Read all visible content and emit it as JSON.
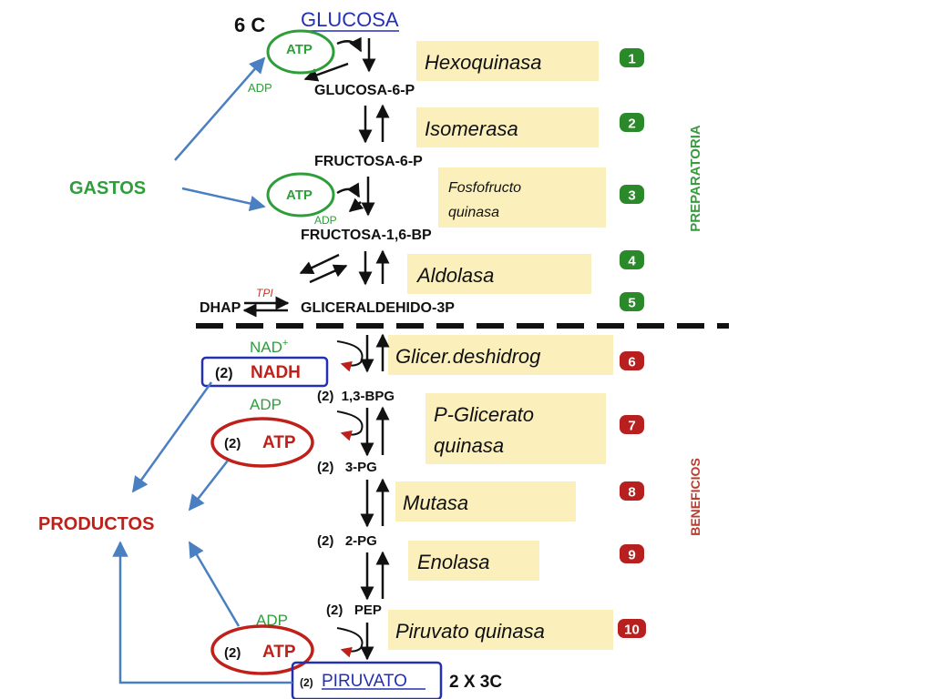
{
  "top": {
    "carbon_start": "6 C",
    "glucose": "GLUCOSA",
    "carbon_end": "2 X 3C",
    "pyruvate": "PIRUVATO",
    "pyruvate_count": "(2)"
  },
  "side_labels": {
    "costs": "GASTOS",
    "products": "PRODUCTOS",
    "preparatory": "PREPARATORIA",
    "benefits": "BENEFICIOS"
  },
  "metabolites": {
    "g6p": "GLUCOSA-6-P",
    "f6p": "FRUCTOSA-6-P",
    "f16bp": "FRUCTOSA-1,6-BP",
    "dhap": "DHAP",
    "g3p": "GLICERALDEHIDO-3P",
    "bpg": "(2)  1,3-BPG",
    "pg3": "(2)   3-PG",
    "pg2": "(2)   2-PG",
    "pep": "(2)   PEP",
    "tpi": "TPI"
  },
  "cofactors": {
    "atp": "ATP",
    "adp": "ADP",
    "nad": "NAD",
    "nad_sup": "+",
    "nadh": "NADH",
    "two": "(2)"
  },
  "enzymes": [
    {
      "step": "1",
      "name": "Hexoquinasa"
    },
    {
      "step": "2",
      "name": "Isomerasa"
    },
    {
      "step": "3",
      "name_line1": "Fosfofructo",
      "name_line2": "quinasa"
    },
    {
      "step": "4",
      "name": "Aldolasa"
    },
    {
      "step": "5"
    },
    {
      "step": "6",
      "name": "Glicer.deshidrog"
    },
    {
      "step": "7",
      "name_line1": "P-Glicerato",
      "name_line2": "quinasa"
    },
    {
      "step": "8",
      "name": "Mutasa"
    },
    {
      "step": "9",
      "name": "Enolasa"
    },
    {
      "step": "10",
      "name": "Piruvato quinasa"
    }
  ],
  "colors": {
    "enzyme_box": "#fbf0bc",
    "green": "#2e9e3a",
    "label_green": "#3a9a3f",
    "red": "#c0392b",
    "blue": "#2430b3",
    "arrow_blue": "#4a7fc1",
    "badge_green": "#2a8a2a",
    "badge_red": "#b82020"
  }
}
